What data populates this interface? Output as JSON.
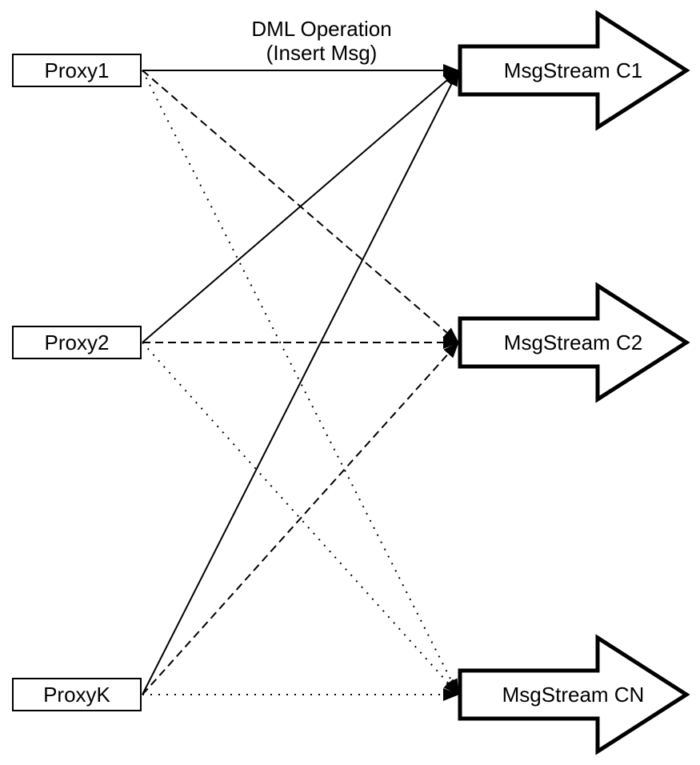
{
  "diagram": {
    "edge_label": {
      "line1": "DML Operation",
      "line2": "(Insert Msg)"
    },
    "proxies": [
      {
        "id": "proxy1",
        "label": "Proxy1"
      },
      {
        "id": "proxy2",
        "label": "Proxy2"
      },
      {
        "id": "proxyk",
        "label": "ProxyK"
      }
    ],
    "streams": [
      {
        "id": "c1",
        "label": "MsgStream C1"
      },
      {
        "id": "c2",
        "label": "MsgStream C2"
      },
      {
        "id": "cn",
        "label": "MsgStream CN"
      }
    ],
    "edges": [
      {
        "from": "proxy1",
        "to": "c1",
        "style": "solid"
      },
      {
        "from": "proxy1",
        "to": "c2",
        "style": "dashed"
      },
      {
        "from": "proxy1",
        "to": "cn",
        "style": "dotted"
      },
      {
        "from": "proxy2",
        "to": "c1",
        "style": "solid"
      },
      {
        "from": "proxy2",
        "to": "c2",
        "style": "dashed"
      },
      {
        "from": "proxy2",
        "to": "cn",
        "style": "dotted"
      },
      {
        "from": "proxyk",
        "to": "c1",
        "style": "solid"
      },
      {
        "from": "proxyk",
        "to": "c2",
        "style": "dashed"
      },
      {
        "from": "proxyk",
        "to": "cn",
        "style": "dotted"
      }
    ],
    "colors": {
      "ink": "#000000",
      "background": "#ffffff"
    }
  }
}
